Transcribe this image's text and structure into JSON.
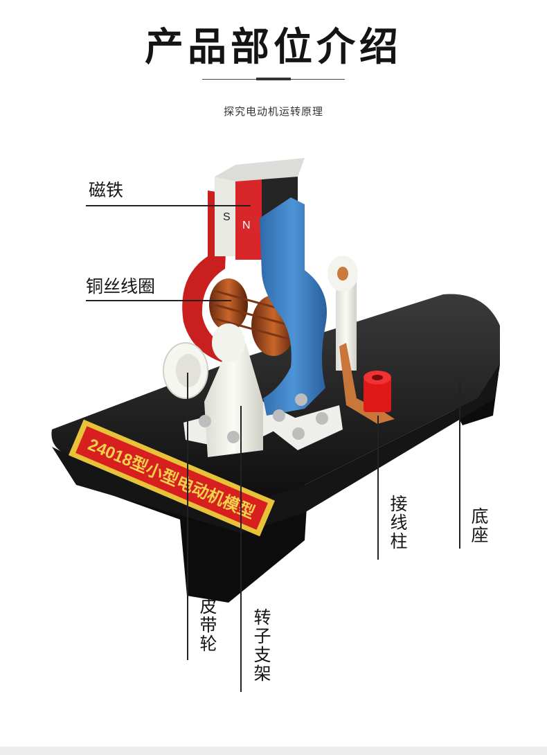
{
  "header": {
    "title": "产品部位介绍",
    "subtitle": "探究电动机运转原理"
  },
  "product": {
    "nameplate": "24018型小型电动机模型",
    "magnet_pole_s": "S",
    "magnet_pole_n": "N"
  },
  "callouts": {
    "magnet": "磁铁",
    "copper_coil": "铜丝线圈",
    "terminal_post": "接线柱",
    "base": "底座",
    "belt_pulley": "皮带轮",
    "rotor_bracket": "转子支架"
  },
  "colors": {
    "magnet_red": "#d9262a",
    "bracket_blue": "#3f82c4",
    "base_black": "#1c1c1c",
    "plate_gold": "#e8c33a",
    "plate_red": "#d71f1f"
  }
}
